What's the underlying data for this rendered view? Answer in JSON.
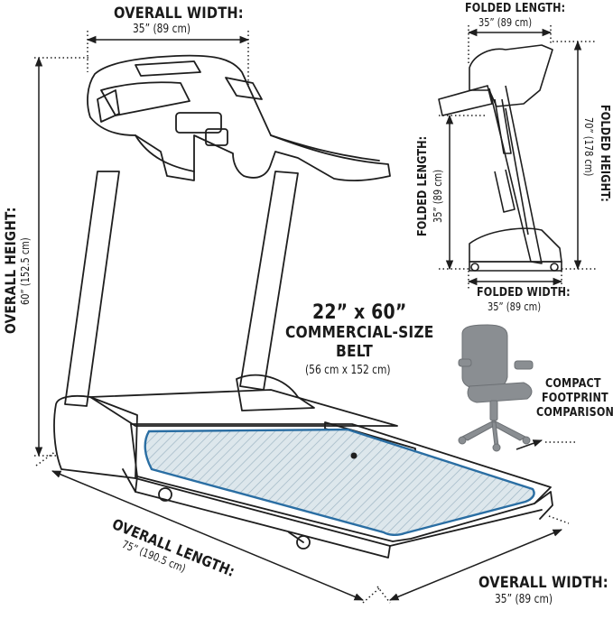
{
  "colors": {
    "line": "#1e1e1e",
    "belt": "#dde7ec",
    "belt_stroke": "#2a6ea3",
    "chair": "#8a8e92",
    "dotted": "#222222"
  },
  "icons": {
    "treadmill": "treadmill-illustration",
    "folded": "folded-treadmill-illustration",
    "chair": "office-chair-icon"
  },
  "top_width": {
    "title": "OVERALL WIDTH:",
    "value": "35” (89 cm)"
  },
  "folded_length_top": {
    "title": "FOLDED LENGTH:",
    "value": "35” (89 cm)"
  },
  "folded_height": {
    "title": "FOLDED HEIGHT:",
    "value": "70” (178 cm)"
  },
  "folded_length_side": {
    "title": "FOLDED LENGTH:",
    "value": "35” (89 cm)"
  },
  "folded_width": {
    "title": "FOLDED WIDTH:",
    "value": "35” (89 cm)"
  },
  "overall_height": {
    "title": "OVERALL HEIGHT:",
    "value": "60” (152.5 cm)"
  },
  "belt": {
    "size": "22” x 60”",
    "line1": "COMMERCIAL-SIZE",
    "line2": "BELT",
    "metric": "(56 cm x 152 cm)"
  },
  "compact": {
    "line1": "COMPACT",
    "line2": "FOOTPRINT",
    "line3": "COMPARISON"
  },
  "overall_length": {
    "title": "OVERALL LENGTH:",
    "value": "75” (190.5 cm)"
  },
  "bottom_width": {
    "title": "OVERALL WIDTH:",
    "value": "35” (89 cm)"
  }
}
